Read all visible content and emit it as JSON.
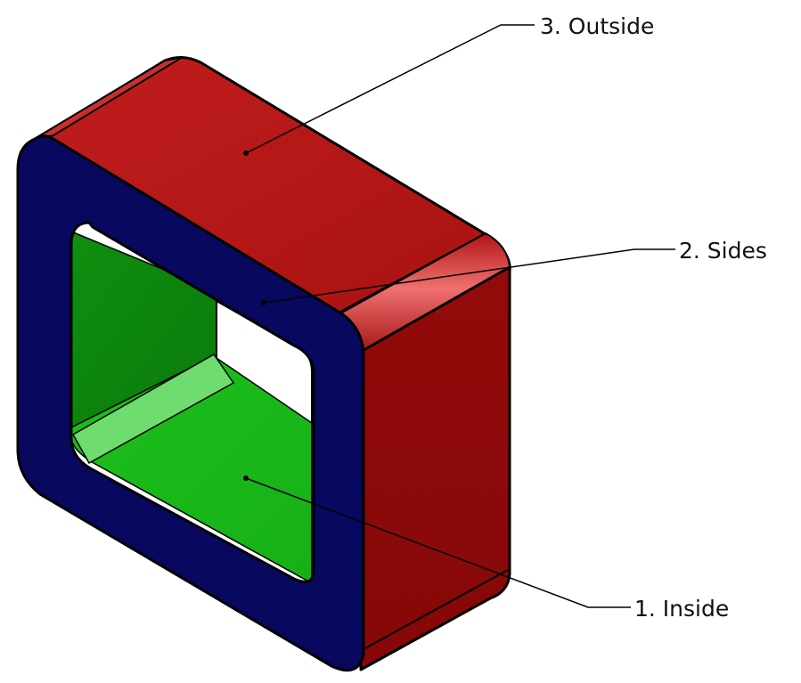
{
  "labels": {
    "outside": "3. Outside",
    "sides": "2. Sides",
    "inside": "1. Inside"
  },
  "colors": {
    "outside_top": "#b41616",
    "outside_right": "#8a0a0a",
    "sides_face": "#07085e",
    "inside_back": "#0c8a0c",
    "inside_bottom": "#18b818",
    "edge_highlight": "#e86060",
    "inside_highlight": "#7fe07f",
    "outline": "#000000"
  }
}
